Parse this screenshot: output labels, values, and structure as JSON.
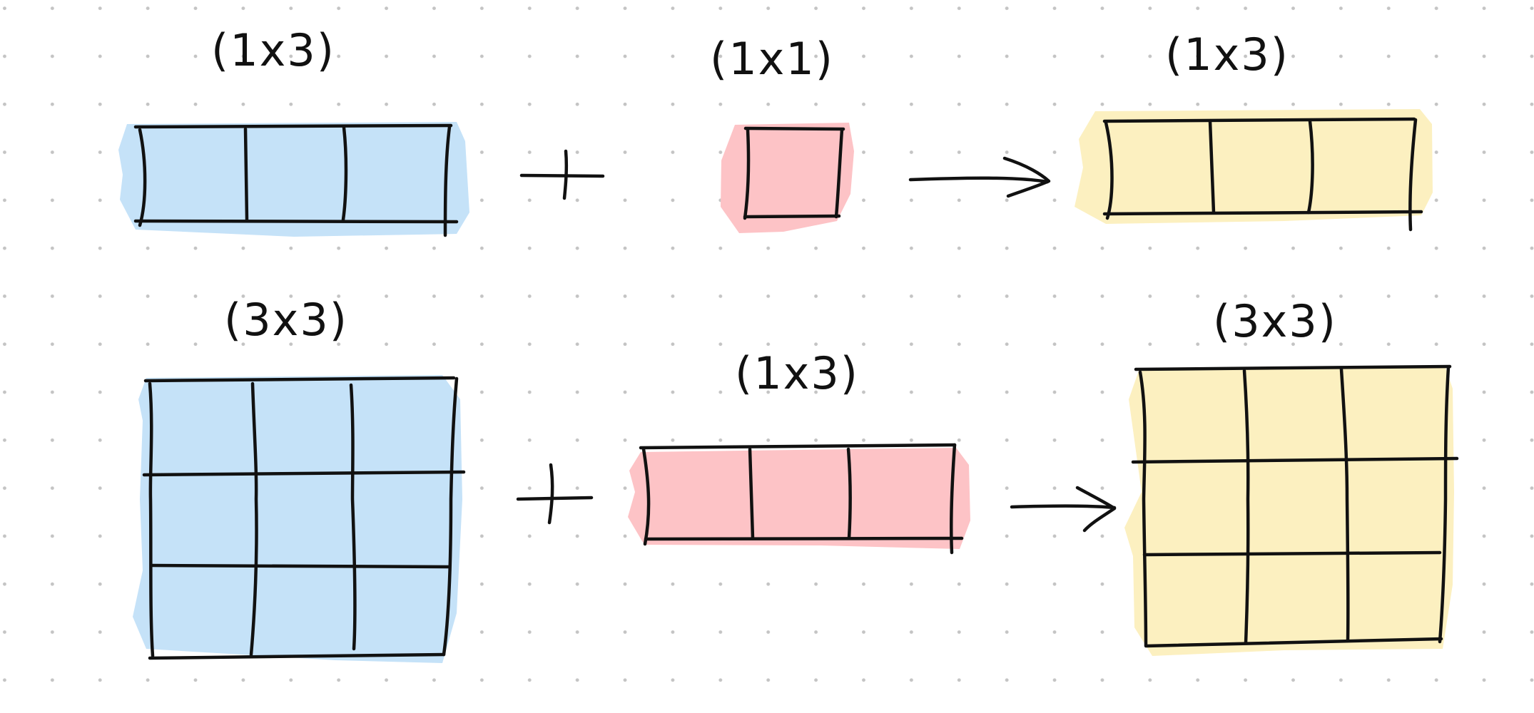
{
  "background": "dotted-grid",
  "colors": {
    "blue": "#c5e2f8",
    "red": "#fdc3c6",
    "yellow": "#fcf0c0",
    "ink": "#111111",
    "dot": "#c4c4c4"
  },
  "rows": [
    {
      "operand_a": {
        "label": "(1x3)",
        "rows": 1,
        "cols": 3,
        "color": "blue"
      },
      "operator": "+",
      "operand_b": {
        "label": "(1x1)",
        "rows": 1,
        "cols": 1,
        "color": "red"
      },
      "arrow": "→",
      "result": {
        "label": "(1x3)",
        "rows": 1,
        "cols": 3,
        "color": "yellow"
      }
    },
    {
      "operand_a": {
        "label": "(3x3)",
        "rows": 3,
        "cols": 3,
        "color": "blue"
      },
      "operator": "+",
      "operand_b": {
        "label": "(1x3)",
        "rows": 1,
        "cols": 3,
        "color": "red"
      },
      "arrow": "→",
      "result": {
        "label": "(3x3)",
        "rows": 3,
        "cols": 3,
        "color": "yellow"
      }
    }
  ]
}
